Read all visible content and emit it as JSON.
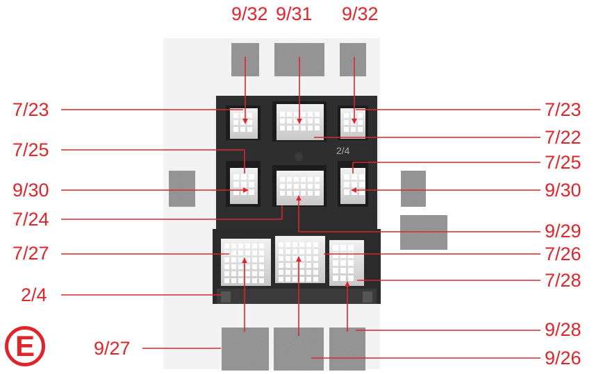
{
  "labels": {
    "top_left": "9/32",
    "top_center": "9/31",
    "top_right": "9/32",
    "left_1": "7/23",
    "left_2": "7/25",
    "left_3": "9/30",
    "left_4": "7/24",
    "left_5": "7/27",
    "left_6": "2/4",
    "bottom_left": "9/27",
    "right_1": "7/23",
    "right_2": "7/22",
    "right_3": "7/25",
    "right_4": "9/30",
    "right_5": "9/29",
    "right_6": "7/26",
    "right_7": "7/28",
    "right_8": "9/28",
    "right_9": "9/26"
  },
  "housing_marking": "2/4",
  "badge": "E",
  "colors": {
    "annotation": "#e0242b",
    "housing": "#2e2e2e",
    "gray_block": "#9a9a9a"
  }
}
